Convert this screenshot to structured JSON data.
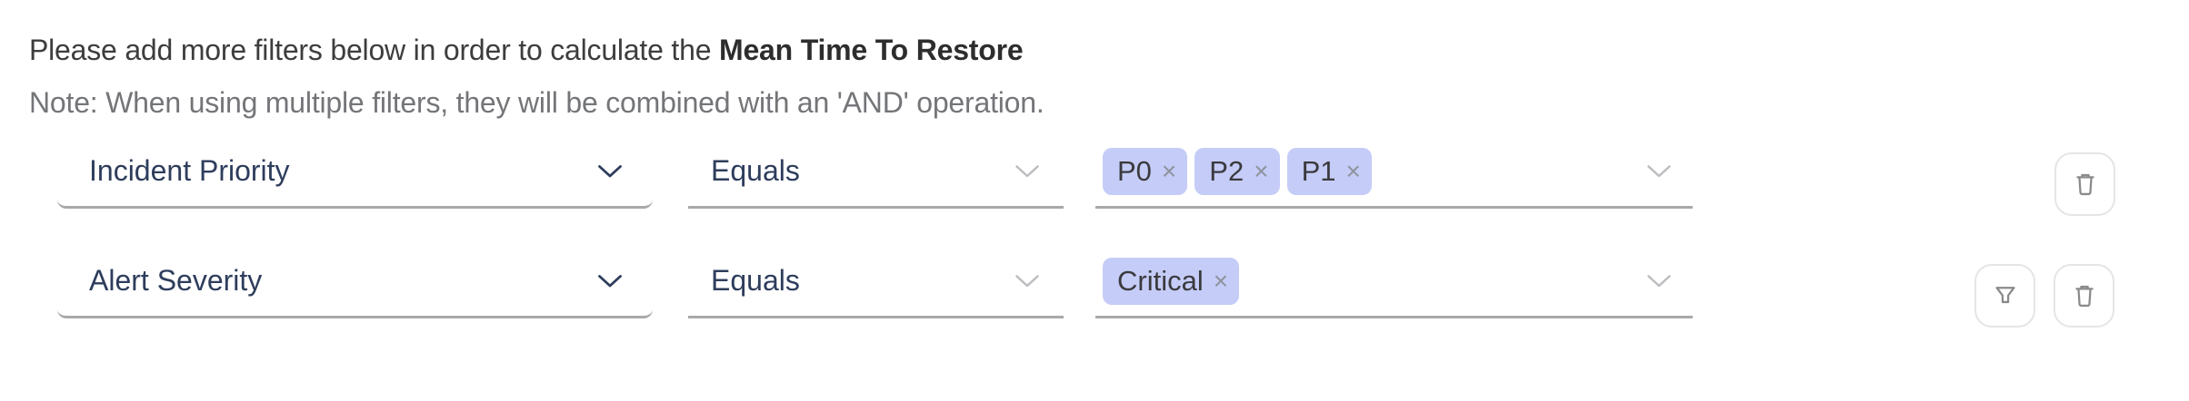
{
  "header": {
    "intro_text": "Please add more filters below in order to calculate the ",
    "metric_name": "Mean Time To Restore",
    "note": "Note: When using multiple filters, they will be combined with an 'AND' operation."
  },
  "rows": [
    {
      "field": "Incident Priority",
      "operator": "Equals",
      "values": [
        "P0",
        "P2",
        "P1"
      ]
    },
    {
      "field": "Alert Severity",
      "operator": "Equals",
      "values": [
        "Critical"
      ]
    }
  ],
  "icons": {
    "close_glyph": "×",
    "chevron": "chevron-down",
    "row_actions_1": [
      "trash"
    ],
    "row_actions_2": [
      "filter",
      "trash"
    ]
  },
  "colors": {
    "tag_bg": "#c5ccf7",
    "label_text": "#2e3d5c",
    "underline": "#a9a9a9",
    "note_text": "#747578",
    "icon_gray": "#8a8a8a"
  }
}
